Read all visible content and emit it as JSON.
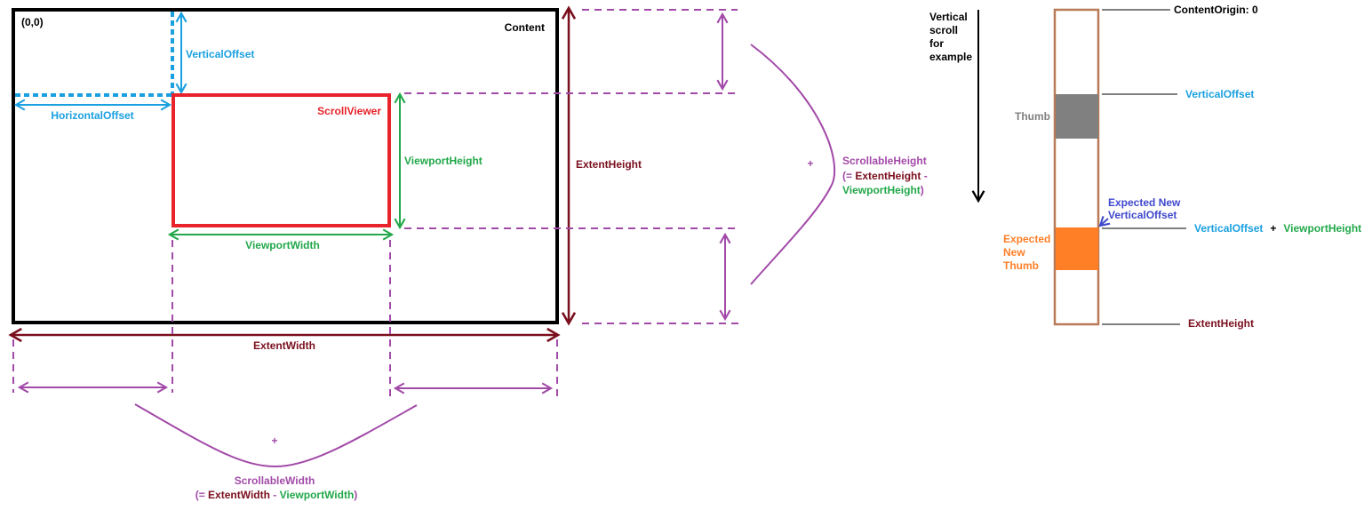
{
  "labels": {
    "origin": "(0,0)",
    "content": "Content",
    "scrollviewer": "ScrollViewer",
    "vertical_offset": "VerticalOffset",
    "horizontal_offset": "HorizontalOffset",
    "viewport_height": "ViewportHeight",
    "viewport_width": "ViewportWidth",
    "extent_height": "ExtentHeight",
    "extent_width": "ExtentWidth",
    "plus": "+",
    "scrollable_height": "ScrollableHeight",
    "sh_formula_open": "(= ",
    "sh_formula_extent": "ExtentHeight",
    "sh_formula_minus": " -",
    "sh_formula_viewport": "ViewportHeight",
    "sh_formula_close": ")",
    "scrollable_width": "ScrollableWidth",
    "sw_formula_open": "(= ",
    "sw_formula_extent": "ExtentWidth",
    "sw_formula_minus": " - ",
    "sw_formula_viewport": "ViewportWidth",
    "sw_formula_close": ")"
  },
  "scroll_example": {
    "caption_lines": [
      "Vertical",
      "scroll",
      "for",
      "example"
    ],
    "content_origin": "ContentOrigin: 0",
    "vertical_offset": "VerticalOffset",
    "thumb": "Thumb",
    "expected_new_offset_lines": [
      "Expected New",
      "VerticalOffset"
    ],
    "expected_new_thumb_lines": [
      "Expected",
      "New",
      "Thumb"
    ],
    "sum_left": "VerticalOffset",
    "sum_plus": "+",
    "sum_right": "ViewportHeight",
    "extent_height": "ExtentHeight"
  },
  "colors": {
    "content_border": "#000000",
    "scrollviewer": "#e8232b",
    "offset_blue": "#1aa0e0",
    "viewport_green": "#22a84a",
    "extent_maroon": "#7a0f1e",
    "scrollable_purple": "#a24aa8",
    "thumb_gray": "#808080",
    "new_thumb_orange": "#ff7f27",
    "track_border": "#b97a57",
    "expected_offset_blue": "#3f48cc",
    "tick_gray": "#808080"
  }
}
